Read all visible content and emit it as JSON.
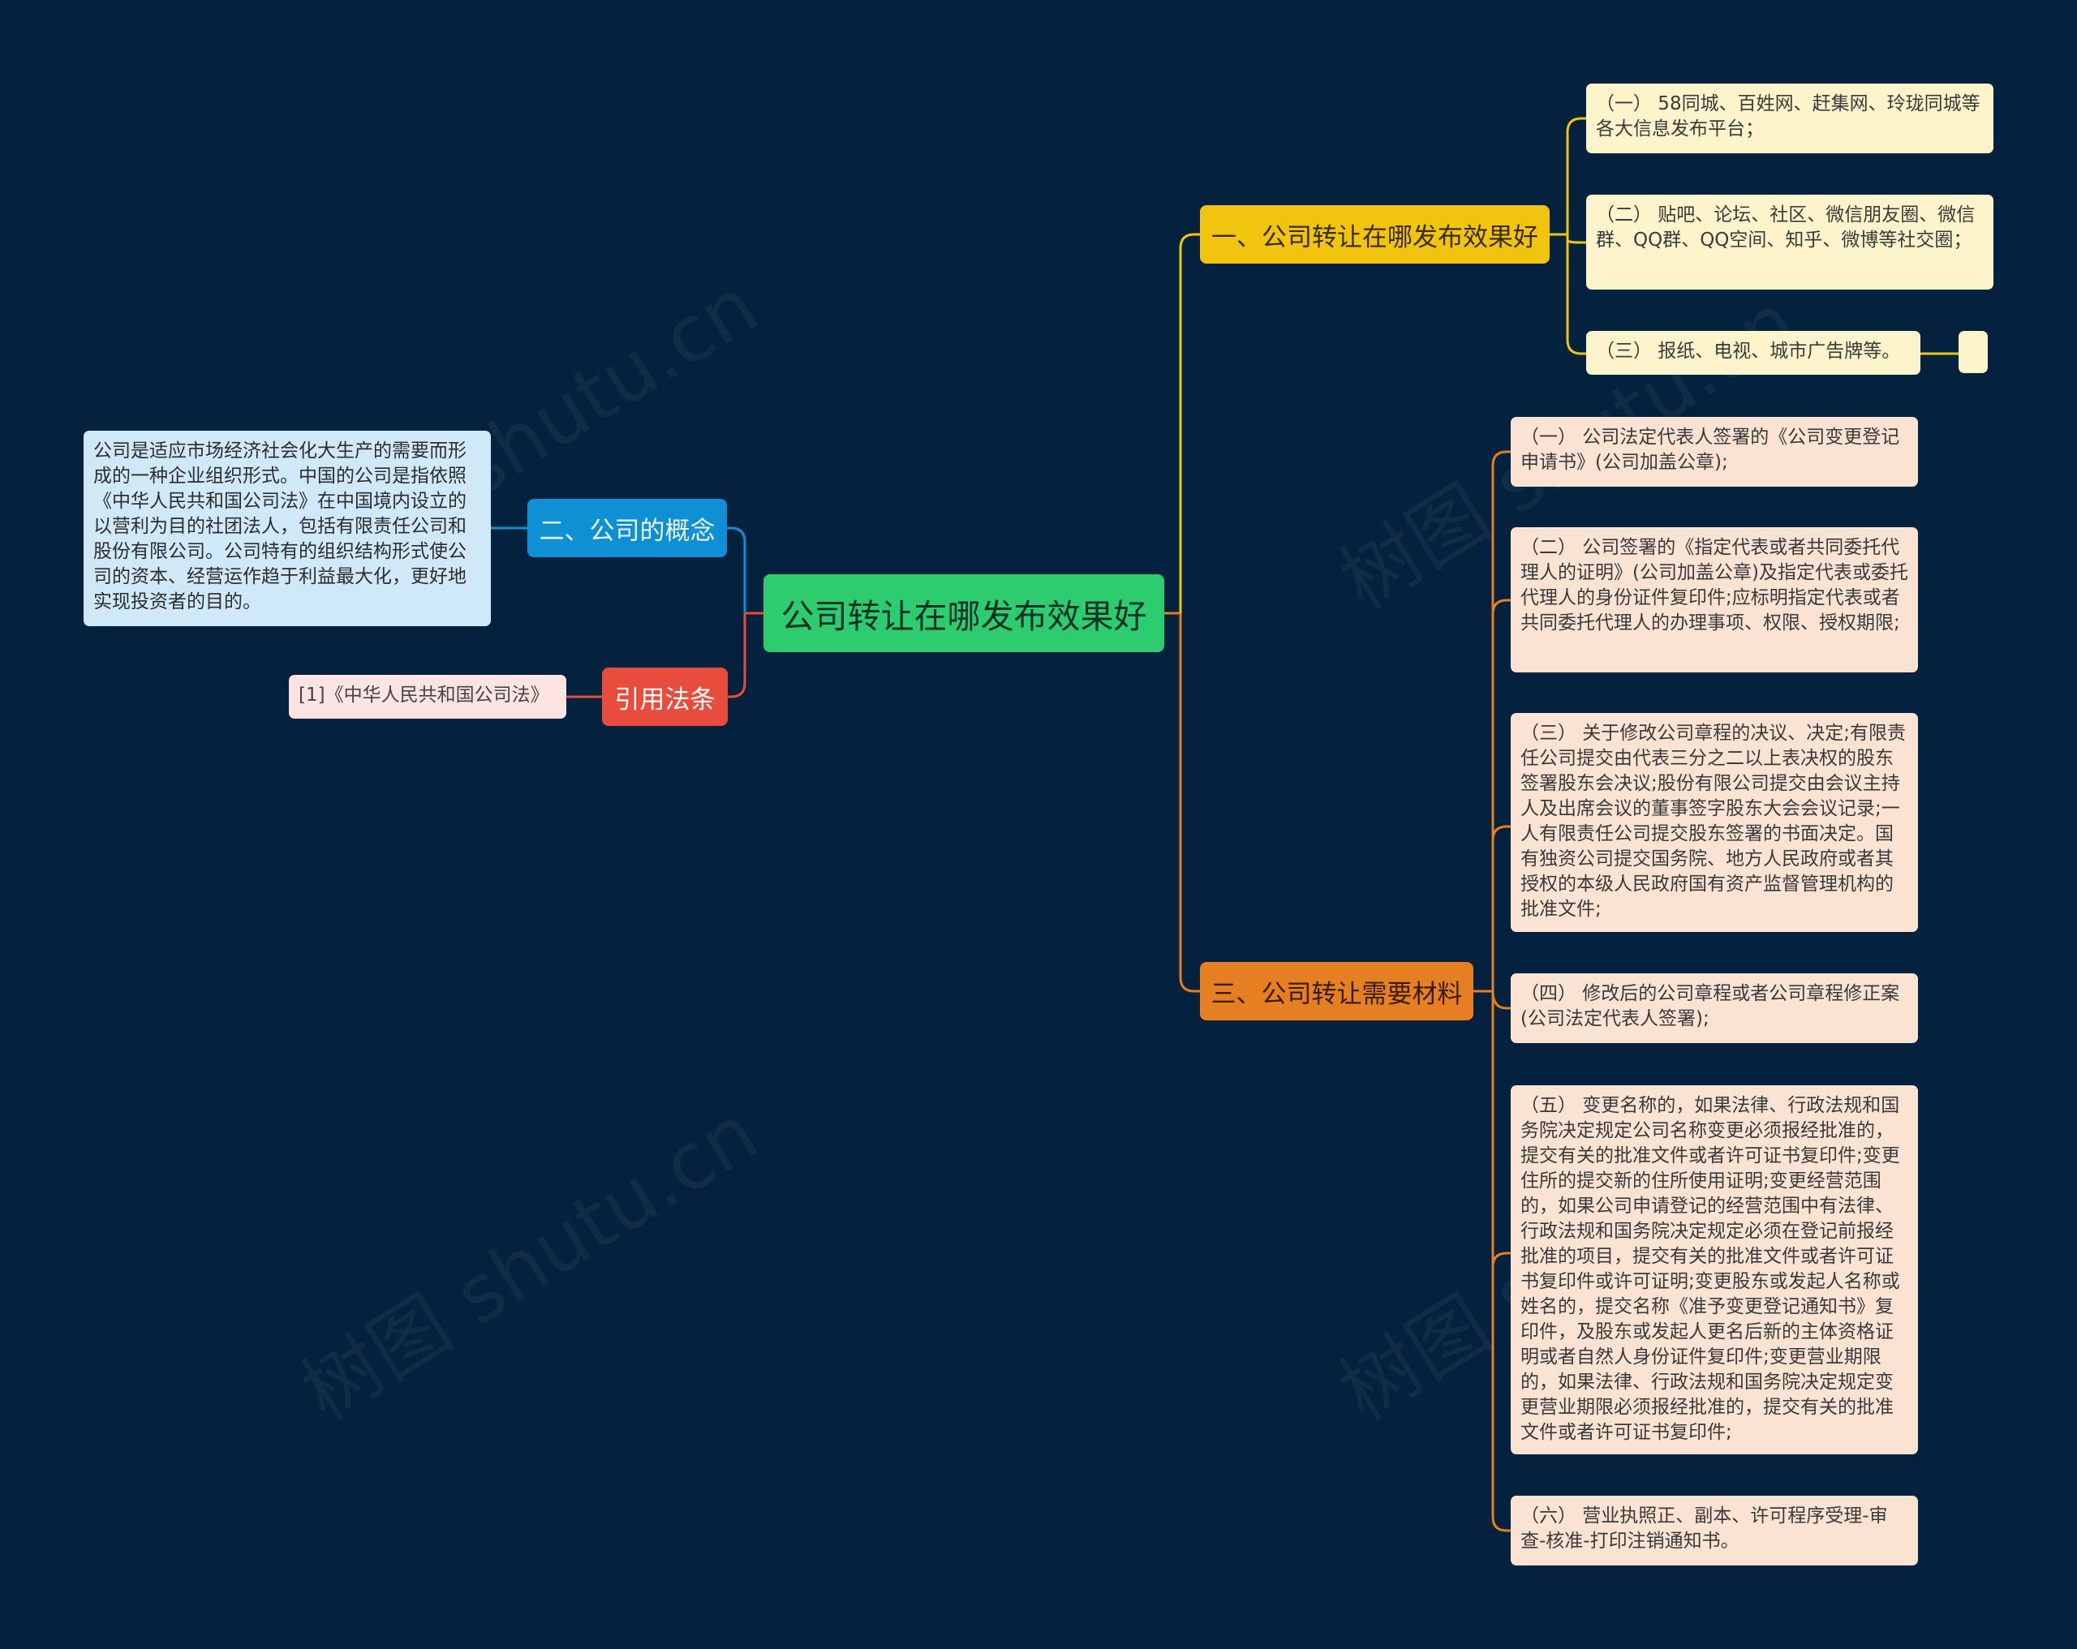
{
  "root": {
    "label": "公司转让在哪发布效果好"
  },
  "branch1": {
    "label": "一、公司转让在哪发布效果好",
    "items": [
      "（一） 58同城、百姓网、赶集网、玲珑同城等各大信息发布平台；",
      "（二） 贴吧、论坛、社区、微信朋友圈、微信群、QQ群、QQ空间、知乎、微博等社交圈；",
      "（三） 报纸、电视、城市广告牌等。"
    ]
  },
  "branch2": {
    "label": "二、公司的概念",
    "text": "公司是适应市场经济社会化大生产的需要而形成的一种企业组织形式。中国的公司是指依照《中华人民共和国公司法》在中国境内设立的以营利为目的社团法人，包括有限责任公司和股份有限公司。公司特有的组织结构形式使公司的资本、经营运作趋于利益最大化，更好地实现投资者的目的。"
  },
  "branch3": {
    "label": "三、公司转让需要材料",
    "items": [
      "（一） 公司法定代表人签署的《公司变更登记申请书》(公司加盖公章);",
      "（二） 公司签署的《指定代表或者共同委托代理人的证明》(公司加盖公章)及指定代表或委托代理人的身份证件复印件;应标明指定代表或者共同委托代理人的办理事项、权限、授权期限;",
      "（三） 关于修改公司章程的决议、决定;有限责任公司提交由代表三分之二以上表决权的股东签署股东会决议;股份有限公司提交由会议主持人及出席会议的董事签字股东大会会议记录;一人有限责任公司提交股东签署的书面决定。国有独资公司提交国务院、地方人民政府或者其授权的本级人民政府国有资产监督管理机构的批准文件;",
      "（四） 修改后的公司章程或者公司章程修正案(公司法定代表人签署);",
      "（五） 变更名称的，如果法律、行政法规和国务院决定规定公司名称变更必须报经批准的，提交有关的批准文件或者许可证书复印件;变更住所的提交新的住所使用证明;变更经营范围的，如果公司申请登记的经营范围中有法律、行政法规和国务院决定规定必须在登记前报经批准的项目，提交有关的批准文件或者许可证书复印件或许可证明;变更股东或发起人名称或姓名的，提交名称《准予变更登记通知书》复印件，及股东或发起人更名后新的主体资格证明或者自然人身份证件复印件;变更营业期限的，如果法律、行政法规和国务院决定规定变更营业期限必须报经批准的，提交有关的批准文件或者许可证书复印件;",
      "（六） 营业执照正、副本、许可程序受理-审查-核准-打印注销通知书。"
    ]
  },
  "branch4": {
    "label": "引用法条",
    "text": "[1]《中华人民共和国公司法》"
  },
  "watermark": "树图 shutu.cn",
  "colors": {
    "background": "#04213d",
    "root": "#2dcc6f",
    "branch1": "#f1c40f",
    "branch2": "#0f8fd4",
    "branch3": "#e67e22",
    "branch4": "#e74c3c"
  }
}
